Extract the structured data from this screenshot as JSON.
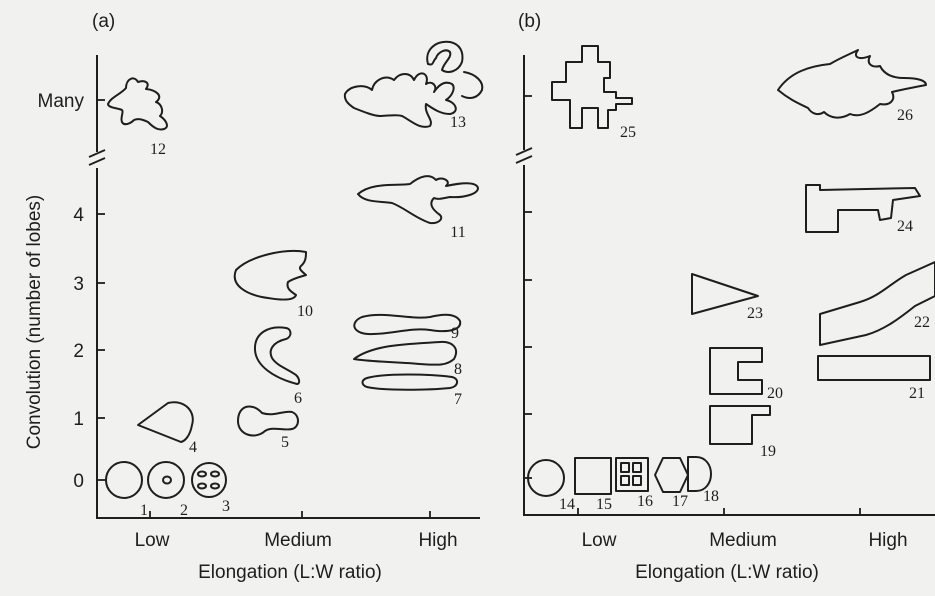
{
  "panels": [
    {
      "label": "(a)",
      "y_axis_title": "Convolution (number of lobes)",
      "y_ticks": [
        "Many",
        "4",
        "3",
        "2",
        "1",
        "0"
      ],
      "x_axis_title": "Elongation (L:W ratio)",
      "x_ticks": [
        "Low",
        "Medium",
        "High"
      ],
      "shape_labels": [
        "1",
        "2",
        "3",
        "4",
        "5",
        "6",
        "7",
        "8",
        "9",
        "10",
        "11",
        "12",
        "13"
      ]
    },
    {
      "label": "(b)",
      "y_axis_title": "",
      "y_ticks": [],
      "x_axis_title": "Elongation (L:W ratio)",
      "x_ticks": [
        "Low",
        "Medium",
        "High"
      ],
      "shape_labels": [
        "14",
        "15",
        "16",
        "17",
        "18",
        "19",
        "20",
        "21",
        "22",
        "23",
        "24",
        "25",
        "26"
      ]
    }
  ]
}
